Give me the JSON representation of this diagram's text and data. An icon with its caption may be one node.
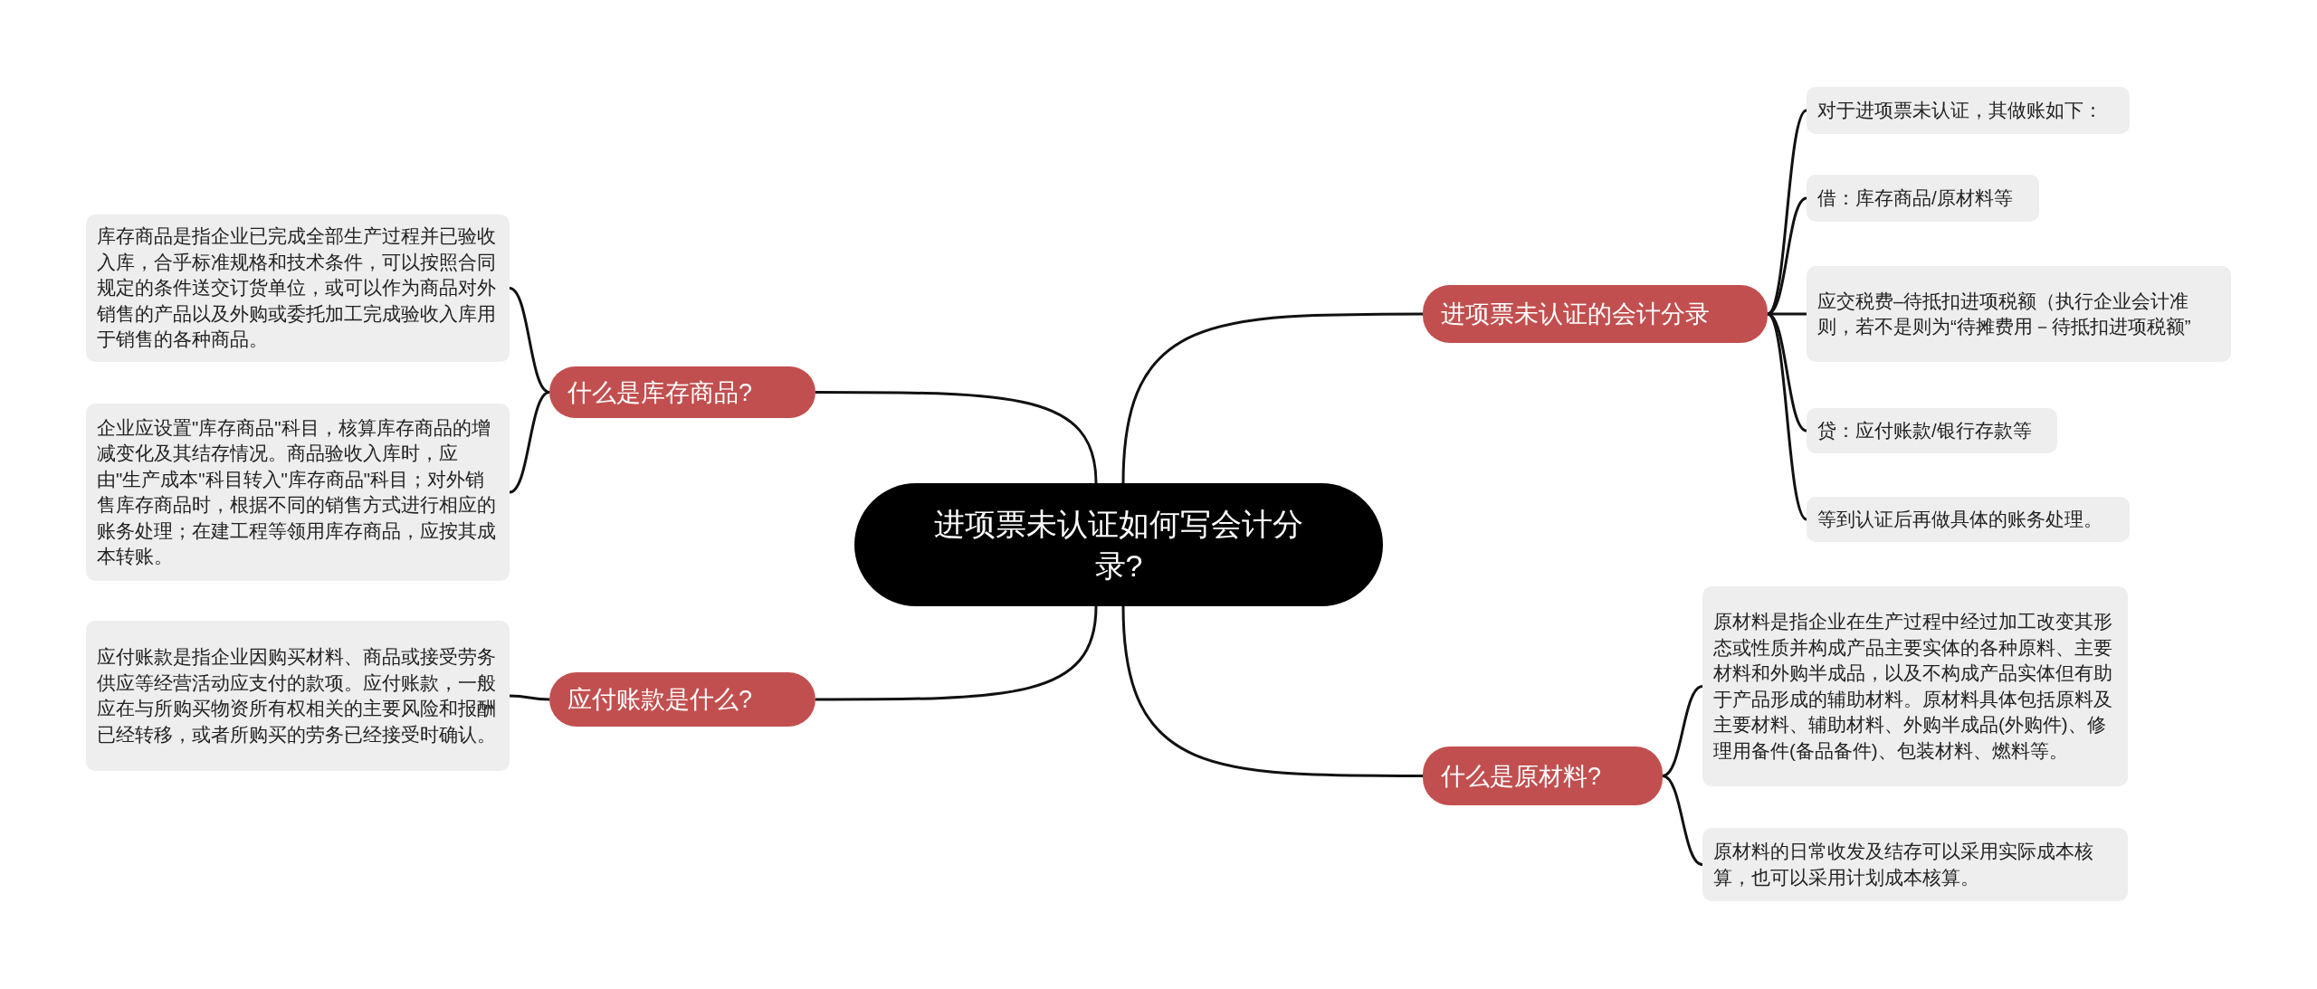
{
  "diagram": {
    "nodes": [
      {
        "text": [
          "进项票未认证如何写会计分录?"
        ]
      },
      {
        "text": [
          "什么是库存商品?"
        ]
      },
      {
        "text": [
          "库存商品是指企业已完成全部生产过程并已验收入库，合乎标准规格和技术条件，可以按照合同规定的条件送交订货单位，或可以作为商品对外销售的产品以及外购或委托加工完成验收入库用于销售的各种商品。"
        ]
      },
      {
        "text": [
          "企业应设置\"库存商品\"科目，核算库存商品的增减变化及其结存情况。商品验收入库时，应由\"生产成本\"科目转入\"库存商品\"科目；对外销售库存商品时，根据不同的销售方式进行相应的账务处理；在建工程等领用库存商品，应按其成本转账。"
        ]
      },
      {
        "text": [
          "应付账款是什么?"
        ]
      },
      {
        "text": [
          "应付账款是指企业因购买材料、商品或接受劳务供应等经营活动应支付的款项。应付账款，一般应在与所购买物资所有权相关的主要风险和报酬已经转移，或者所购买的劳务已经接受时确认。"
        ]
      },
      {
        "text": [
          "进项票未认证的会计分录"
        ]
      },
      {
        "text": [
          "对于进项票未认证，其做账如下："
        ]
      },
      {
        "text": [
          "借：库存商品/原材料等"
        ]
      },
      {
        "text": [
          "应交税费–待抵扣进项税额（执行企业会计准则，若不是则为“待摊费用－待抵扣进项税额”"
        ]
      },
      {
        "text": [
          "贷：应付账款/银行存款等"
        ]
      },
      {
        "text": [
          "等到认证后再做具体的账务处理。"
        ]
      },
      {
        "text": [
          "什么是原材料?"
        ]
      },
      {
        "text": [
          "原材料是指企业在生产过程中经过加工改变其形态或性质并构成产品主要实体的各种原料、主要材料和外购半成品，以及不构成产品实体但有助于产品形成的辅助材料。原材料具体包括原料及主要材料、辅助材料、外购半成品(外购件)、修理用备件(备品备件)、包装材料、燃料等。"
        ]
      },
      {
        "text": [
          "原材料的日常收发及结存可以采用实际成本核算，也可以采用计划成本核算。"
        ]
      }
    ],
    "edges": [
      {
        "from": 0,
        "to": 1,
        "arrow": "none"
      },
      {
        "from": 1,
        "to": 2,
        "arrow": "none"
      },
      {
        "from": 1,
        "to": 3,
        "arrow": "none"
      },
      {
        "from": 0,
        "to": 4,
        "arrow": "none"
      },
      {
        "from": 4,
        "to": 5,
        "arrow": "none"
      },
      {
        "from": 0,
        "to": 6,
        "arrow": "none"
      },
      {
        "from": 6,
        "to": 7,
        "arrow": "none"
      },
      {
        "from": 6,
        "to": 8,
        "arrow": "none"
      },
      {
        "from": 6,
        "to": 9,
        "arrow": "none"
      },
      {
        "from": 6,
        "to": 10,
        "arrow": "none"
      },
      {
        "from": 6,
        "to": 11,
        "arrow": "none"
      },
      {
        "from": 0,
        "to": 12,
        "arrow": "none"
      },
      {
        "from": 12,
        "to": 13,
        "arrow": "none"
      },
      {
        "from": 12,
        "to": 14,
        "arrow": "none"
      }
    ]
  }
}
